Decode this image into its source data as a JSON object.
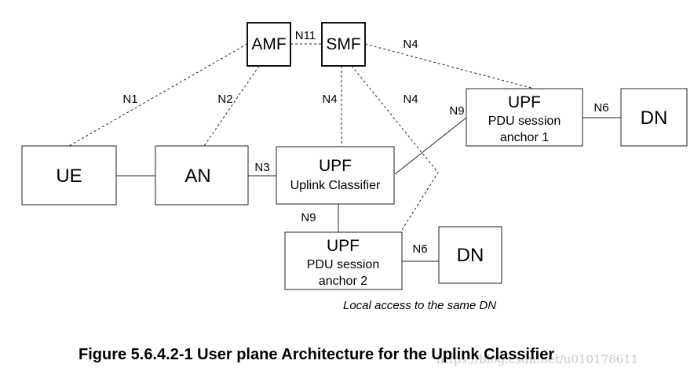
{
  "nodes": {
    "amf": "AMF",
    "smf": "SMF",
    "ue": "UE",
    "an": "AN",
    "upf_ulcl": {
      "title": "UPF",
      "subtitle": "Uplink Classifier"
    },
    "upf_psa1": {
      "title": "UPF",
      "line1": "PDU session",
      "line2": "anchor 1"
    },
    "upf_psa2": {
      "title": "UPF",
      "line1": "PDU session",
      "line2": "anchor 2"
    },
    "dn1": "DN",
    "dn2": "DN"
  },
  "interfaces": {
    "n11": "N11",
    "n1": "N1",
    "n2": "N2",
    "n3": "N3",
    "n4_top": "N4",
    "n4_ulcl": "N4",
    "n4_psa2": "N4",
    "n9_psa1": "N9",
    "n9_psa2": "N9",
    "n6_psa1": "N6",
    "n6_psa2": "N6"
  },
  "note": "Local access to the same DN",
  "caption": "Figure 5.6.4.2-1 User plane Architecture for the Uplink Classifier",
  "watermark": "https://blog.csdn.net/u010178611"
}
